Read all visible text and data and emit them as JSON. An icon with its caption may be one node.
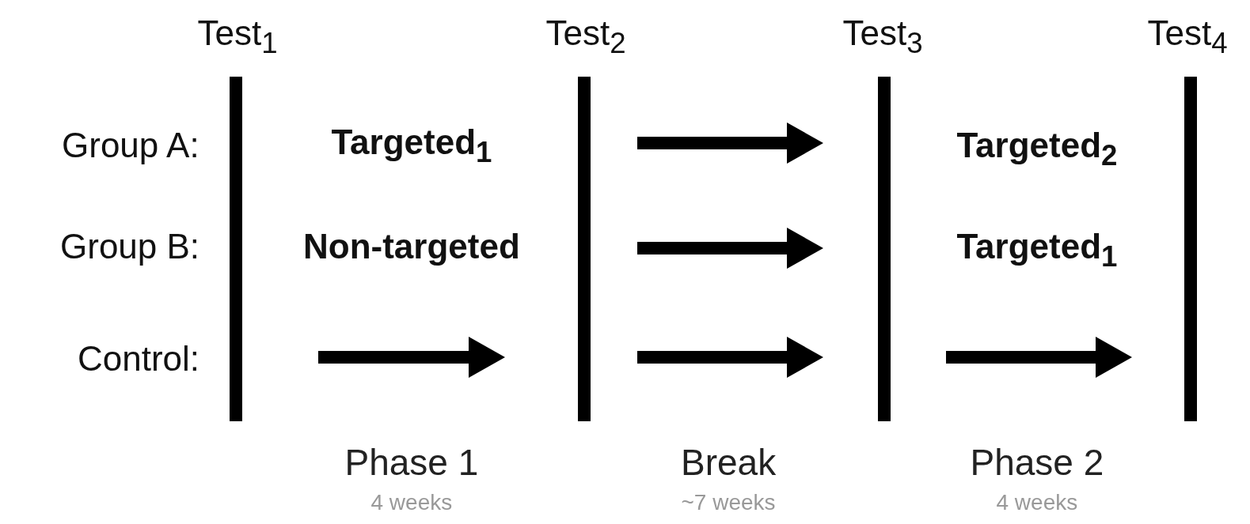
{
  "diagram": {
    "labels": [
      "Test$_{1}$",
      "Test$_{2}$",
      "Test$_{3}$",
      "Test$_{4}$",
      "Group A:",
      "Targeted$_{1}$",
      "Targeted$_{2}$",
      "Group B:",
      "Non-targeted",
      "Targeted$_{1}$",
      "Control:",
      "Phase 1",
      "Break",
      "Phase 2",
      "4 weeks",
      "~7 weeks",
      "4 weeks"
    ]
  }
}
